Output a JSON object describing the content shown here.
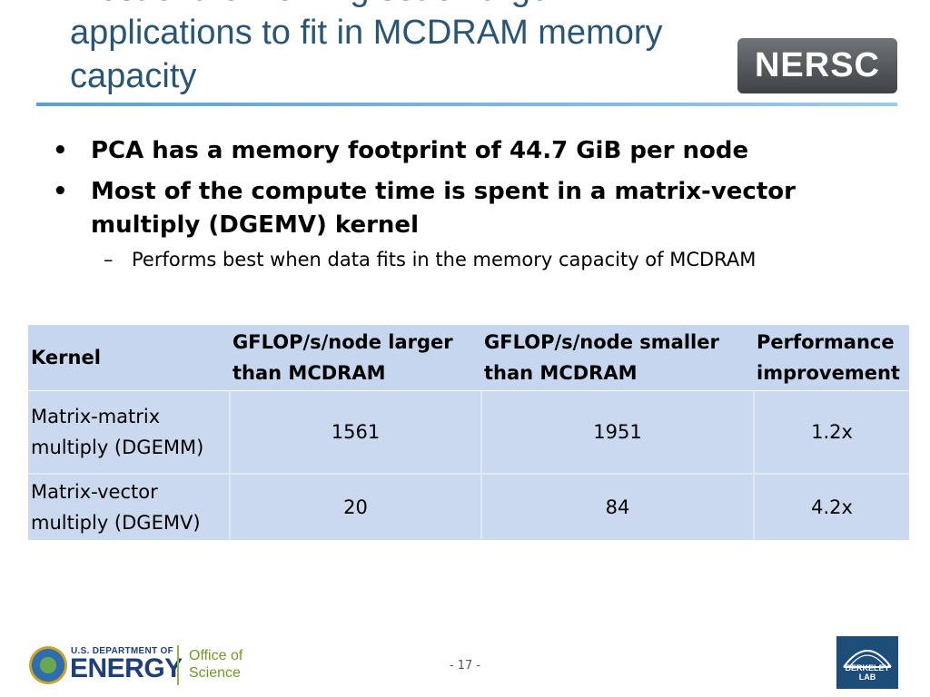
{
  "slide": {
    "title_line_partial": "Most of the working set of large",
    "title_line_2": "applications to fit in MCDRAM memory",
    "title_line_3": "capacity"
  },
  "logos": {
    "nersc": "NERSC",
    "doe_department": "U.S. DEPARTMENT OF",
    "doe_energy": "ENERGY",
    "doe_office_line1": "Office of",
    "doe_office_line2": "Science",
    "berkeley": "BERKELEY LAB"
  },
  "bullets": [
    {
      "text": "PCA has a memory footprint of 44.7 GiB per node"
    },
    {
      "text": "Most of the compute time is spent in a matrix-vector multiply (DGEMV) kernel"
    }
  ],
  "sub_bullet": "Performs best when data fits in the memory capacity of MCDRAM",
  "table": {
    "headers": [
      "Kernel",
      "GFLOP/s/node larger than MCDRAM",
      "GFLOP/s/node smaller than MCDRAM",
      "Performance improvement"
    ],
    "rows": [
      {
        "kernel": "Matrix-matrix multiply (DGEMM)",
        "larger": "1561",
        "smaller": "1951",
        "improvement": "1.2x"
      },
      {
        "kernel": "Matrix-vector multiply (DGEMV)",
        "larger": "20",
        "smaller": "84",
        "improvement": "4.2x"
      }
    ]
  },
  "footer": {
    "page_number": "- 17 -"
  },
  "colors": {
    "title": "#2b5673",
    "table_fill": "#cbd9ef",
    "rule": "#5aa0d6"
  }
}
